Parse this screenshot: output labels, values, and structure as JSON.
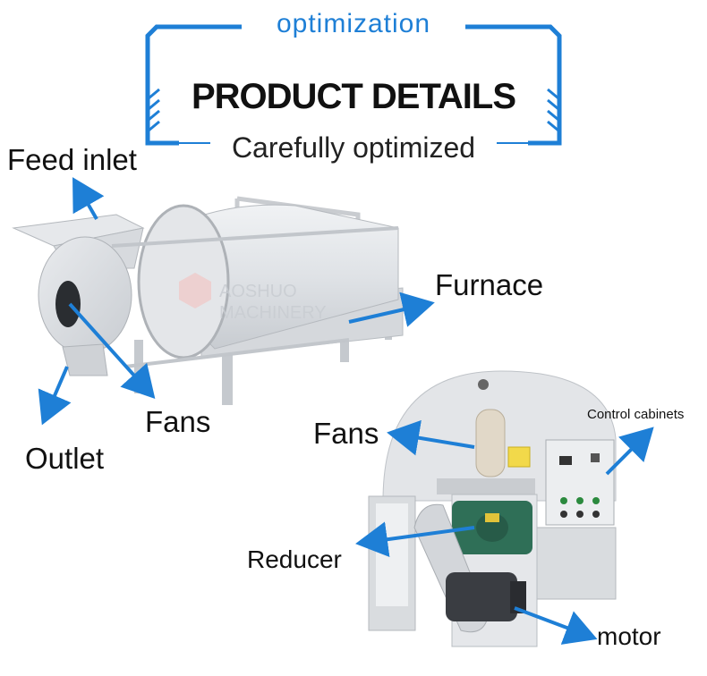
{
  "header": {
    "top_word": "optimization",
    "title": "PRODUCT DETAILS",
    "subtitle": "Carefully optimized"
  },
  "watermark": "AOSHUO MACHINERY",
  "labels": {
    "feed_inlet": "Feed inlet",
    "furnace": "Furnace",
    "fans_top": "Fans",
    "outlet": "Outlet",
    "fans_bottom": "Fans",
    "control_cabinets": "Control cabinets",
    "reducer": "Reducer",
    "motor": "motor"
  },
  "colors": {
    "accent_blue": "#1e7fd6",
    "machine_gray": "#dcdfe3"
  }
}
